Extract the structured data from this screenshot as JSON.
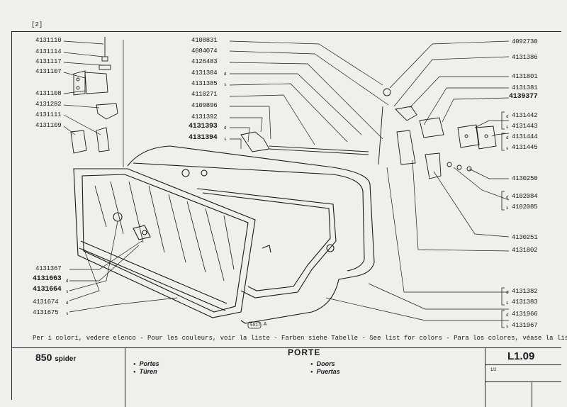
{
  "page_number": "[2]",
  "left_parts": [
    {
      "id": "p1",
      "number": "4131110"
    },
    {
      "id": "p2",
      "number": "4131114"
    },
    {
      "id": "p3",
      "number": "4131117"
    },
    {
      "id": "p4",
      "number": "4131107"
    },
    {
      "id": "p5",
      "number": "4131108"
    },
    {
      "id": "p6",
      "number": "4131282"
    },
    {
      "id": "p7",
      "number": "4131111"
    },
    {
      "id": "p8",
      "number": "4131109"
    }
  ],
  "center_parts": [
    {
      "id": "c1",
      "number": "4108831",
      "mark": ""
    },
    {
      "id": "c2",
      "number": "4084074",
      "mark": ""
    },
    {
      "id": "c3",
      "number": "4126483",
      "mark": ""
    },
    {
      "id": "c4",
      "number": "4131384",
      "mark": "d"
    },
    {
      "id": "c5",
      "number": "4131385",
      "mark": "s"
    },
    {
      "id": "c6",
      "number": "4110271",
      "mark": ""
    },
    {
      "id": "c7",
      "number": "4109896",
      "mark": ""
    },
    {
      "id": "c8",
      "number": "4131392",
      "mark": ""
    },
    {
      "id": "c9",
      "number": "4131393",
      "mark": "d"
    },
    {
      "id": "c10",
      "number": "4131394",
      "mark": "s"
    }
  ],
  "right_parts": [
    {
      "id": "r1",
      "number": "4092730",
      "mark": ""
    },
    {
      "id": "r2",
      "number": "4131386",
      "mark": ""
    },
    {
      "id": "r3",
      "number": "4131801",
      "mark": ""
    },
    {
      "id": "r4",
      "number": "4131381",
      "mark": ""
    },
    {
      "id": "r5",
      "number": "4139377",
      "mark": ""
    },
    {
      "id": "r6",
      "number": "4131442",
      "mark": "d"
    },
    {
      "id": "r7",
      "number": "4131443",
      "mark": "s"
    },
    {
      "id": "r8",
      "number": "4131444",
      "mark": "d"
    },
    {
      "id": "r9",
      "number": "4131445",
      "mark": "s"
    },
    {
      "id": "r10",
      "number": "4130250",
      "mark": ""
    },
    {
      "id": "r11",
      "number": "4102084",
      "mark": "d"
    },
    {
      "id": "r12",
      "number": "4102085",
      "mark": "s"
    },
    {
      "id": "r13",
      "number": "4130251",
      "mark": ""
    },
    {
      "id": "r14",
      "number": "4131802",
      "mark": ""
    },
    {
      "id": "r15",
      "number": "4131382",
      "mark": "d"
    },
    {
      "id": "r16",
      "number": "4131383",
      "mark": "s"
    },
    {
      "id": "r17",
      "number": "4131966",
      "mark": "d"
    },
    {
      "id": "r18",
      "number": "4131967",
      "mark": "s"
    }
  ],
  "bottom_left_parts": [
    {
      "id": "b1",
      "number": "4131367",
      "mark": ""
    },
    {
      "id": "b2",
      "number": "4131663",
      "mark": "d"
    },
    {
      "id": "b3",
      "number": "4131664",
      "mark": "s"
    },
    {
      "id": "b4",
      "number": "4131674",
      "mark": "d"
    },
    {
      "id": "b5",
      "number": "4131675",
      "mark": "s"
    }
  ],
  "callout_tag": "5017",
  "callout_letter": "A",
  "colors_note": "Per i colori, vedere elenco - Pour les couleurs, voir la liste - Farben siehe Tabelle - See list for colors - Para los colores, véase la lista",
  "footer": {
    "model": "850",
    "model_sub": "spider",
    "title": "PORTE",
    "translations_left": [
      "Portes",
      "Türen"
    ],
    "translations_right": [
      "Doors",
      "Puertas"
    ],
    "code": "L1.09",
    "sheet": "1/2"
  },
  "colors": {
    "ink": "#1a1a1a",
    "paper": "#f1efeb"
  }
}
